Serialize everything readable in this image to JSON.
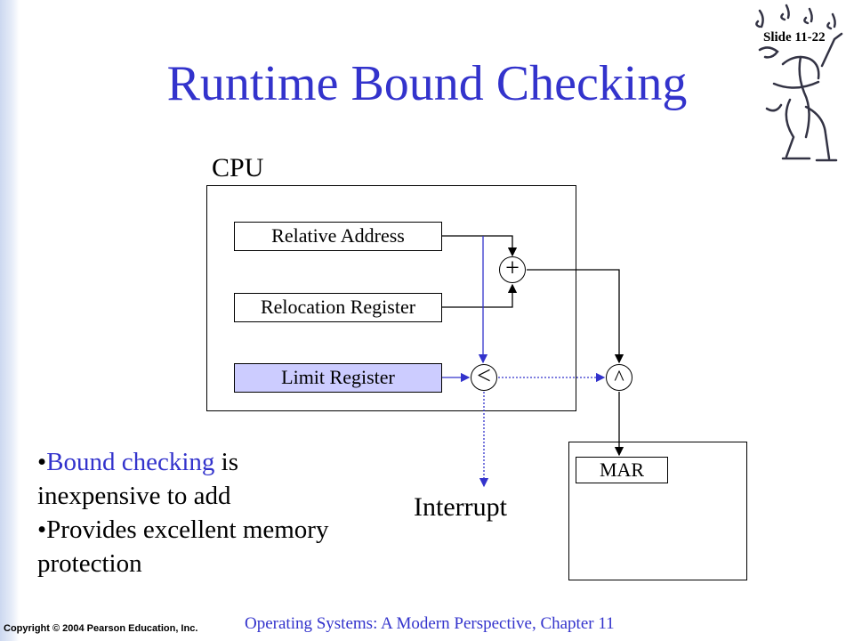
{
  "slide": {
    "number": "Slide 11-22",
    "title": "Runtime Bound Checking"
  },
  "diagram": {
    "cpu_label": "CPU",
    "relative_address": "Relative Address",
    "relocation_register": "Relocation Register",
    "limit_register": "Limit Register",
    "adder_symbol": "+",
    "compare_symbol": "<",
    "and_symbol": "^",
    "mar": "MAR",
    "interrupt": "Interrupt"
  },
  "bullets": {
    "b1_highlight": "Bound checking",
    "b1_rest": " is inexpensive to add",
    "b2": "Provides excellent memory protection"
  },
  "footer": {
    "copyright": "Copyright © 2004 Pearson Education, Inc.",
    "book": "Operating Systems: A Modern Perspective, Chapter 11"
  },
  "colors": {
    "accent": "#3333cc",
    "limit_fill": "#ccccff",
    "dotted_line": "#3333cc"
  }
}
